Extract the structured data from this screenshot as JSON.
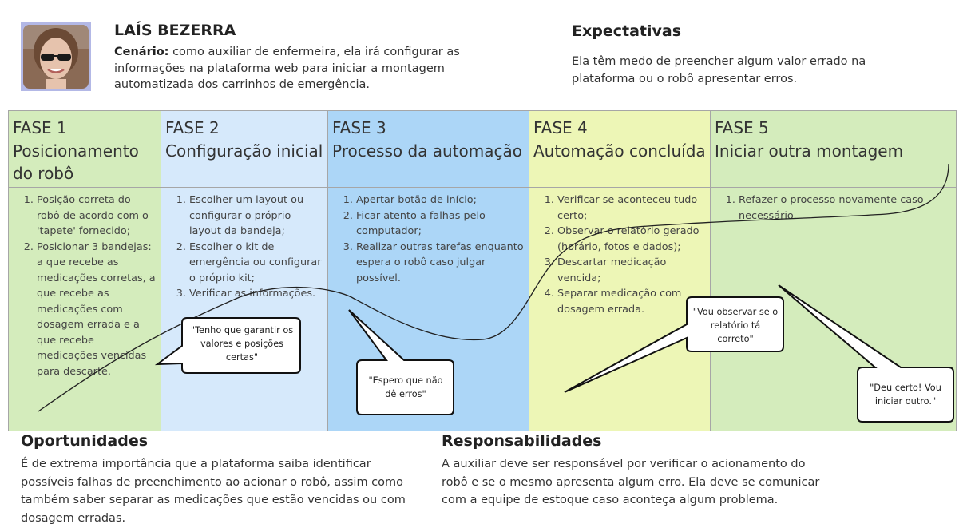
{
  "persona": {
    "name": "LAÍS BEZERRA",
    "scenario_label": "Cenário:",
    "scenario_text": " como auxiliar de enfermeira, ela irá configurar as informações na plataforma web para iniciar a montagem automatizada dos carrinhos de emergência."
  },
  "expectations": {
    "title": "Expectativas",
    "text": "Ela têm medo de preencher algum valor errado na plataforma ou o robô apresentar erros."
  },
  "phases": [
    {
      "number": "FASE 1",
      "title": "Posicionamento do robô",
      "color": "#d4ecbc",
      "steps": [
        "Posição correta do robô de acordo com o 'tapete' fornecido;",
        "Posicionar 3 bandejas: a que recebe as medicações corretas, a que recebe as medicações com dosagem errada e a que recebe medicações vencidas para descarte."
      ]
    },
    {
      "number": "FASE 2",
      "title": "Configuração inicial",
      "color": "#d6e9fb",
      "steps": [
        "Escolher um layout ou configurar o próprio layout da bandeja;",
        "Escolher o kit de emergência ou configurar o próprio kit;",
        "Verificar as informações."
      ]
    },
    {
      "number": "FASE 3",
      "title": "Processo da automação",
      "color": "#acd6f7",
      "steps": [
        "Apertar botão de início;",
        "Ficar atento a falhas pelo computador;",
        "Realizar outras tarefas enquanto espera o robô caso julgar possível."
      ]
    },
    {
      "number": "FASE 4",
      "title": "Automação concluída",
      "color": "#edf6b6",
      "steps": [
        "Verificar se aconteceu tudo certo;",
        "Observar o relatório gerado (horário, fotos e dados);",
        "Descartar medicação vencida;",
        "Separar medicação com dosagem errada."
      ]
    },
    {
      "number": "FASE 5",
      "title": "Iniciar outra montagem",
      "color": "#d4ecbc",
      "steps": [
        "Refazer o processo novamente caso necessário."
      ]
    }
  ],
  "quotes": {
    "fase2": "\"Tenho que garantir os valores e posições certas\"",
    "fase3": "\"Espero que não dê erros\"",
    "fase4": "\"Vou observar se o relatório tá correto\"",
    "fase5": "\"Deu certo! Vou iniciar outro.\""
  },
  "opportunities": {
    "title": "Oportunidades",
    "text": "É de extrema importância que a plataforma saiba identificar possíveis falhas de preenchimento ao acionar o robô, assim como também saber separar as medicações que estão vencidas ou com dosagem erradas."
  },
  "responsibilities": {
    "title": "Responsabilidades",
    "text": "A auxiliar deve ser responsável por verificar o acionamento do robô e se o mesmo apresenta algum erro. Ela deve se comunicar com a equipe de estoque caso aconteça algum problema."
  }
}
